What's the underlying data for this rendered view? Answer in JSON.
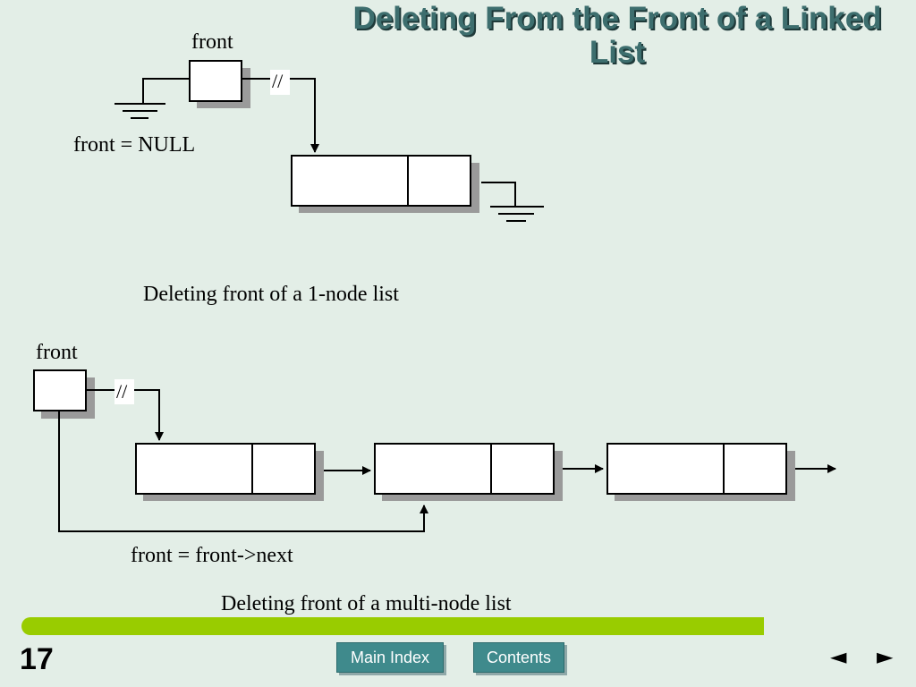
{
  "slide": {
    "title": "Deleting From the Front of a Linked List",
    "page_number": "17"
  },
  "diagram1": {
    "front_label": "front",
    "break_mark": "//",
    "assignment": "front = NULL",
    "caption": "Deleting front of a 1-node list"
  },
  "diagram2": {
    "front_label": "front",
    "break_mark": "//",
    "assignment": "front = front->next",
    "caption": "Deleting front of a multi-node list"
  },
  "nav": {
    "main_index": "Main Index",
    "contents": "Contents",
    "prev": "◄",
    "next": "►"
  },
  "colors": {
    "background": "#e3eee7",
    "title": "#3d6e6e",
    "accent_bar": "#99cc00",
    "button": "#3f8a8c"
  }
}
